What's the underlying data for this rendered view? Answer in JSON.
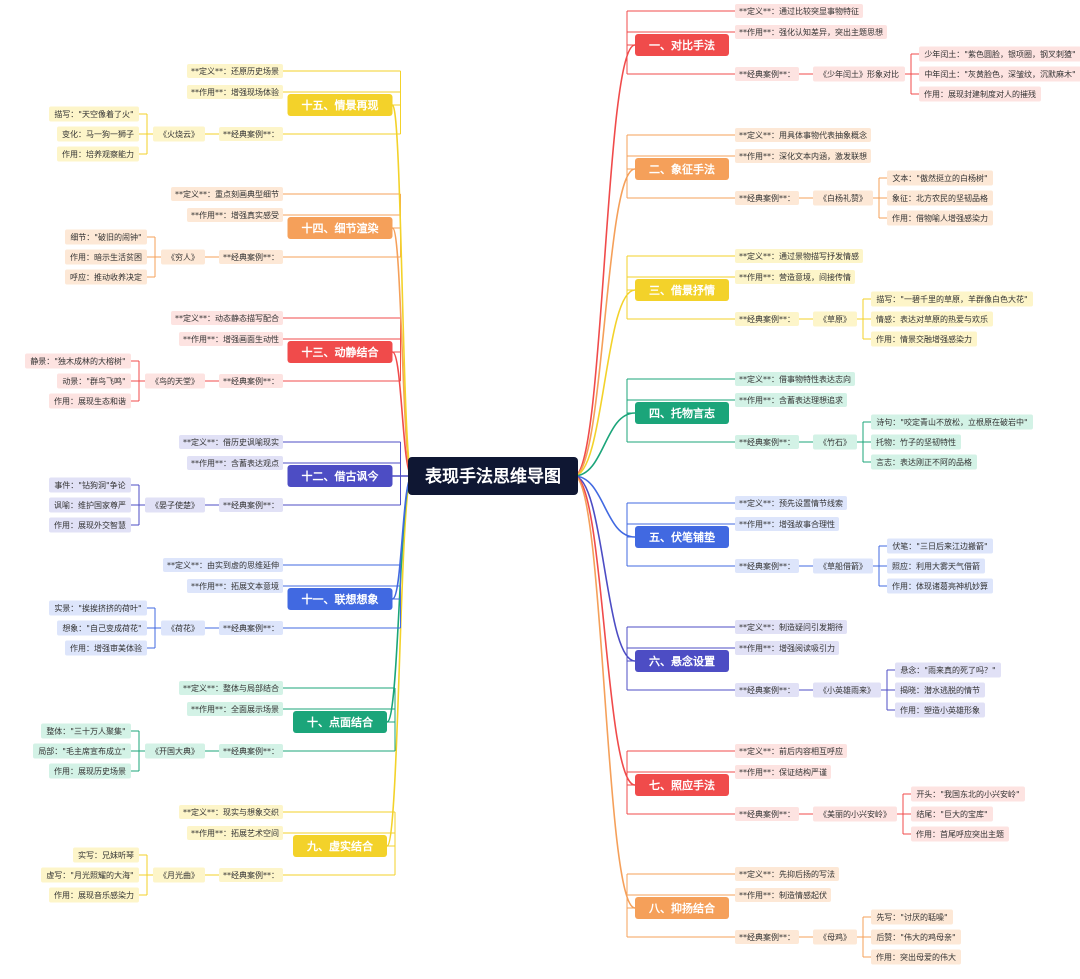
{
  "root": {
    "title": "表现手法思维导图",
    "color": "#0f1733"
  },
  "branches": [
    {
      "side": "right",
      "title": "一、对比手法",
      "color": "#f04b4b",
      "light": "#fde3e1",
      "def": "**定义**：通过比较突显事物特征",
      "use": "**作用**：强化认知差异，突出主题思想",
      "case_label": "**经典案例**：",
      "case": "《少年闰土》形象对比",
      "details": [
        "少年闰土：\"紫色圆脸，银项圈，钢叉刺猹\"",
        "中年闰土：\"灰黄脸色，深皱纹，沉默麻木\"",
        "作用：展现封建制度对人的摧残"
      ]
    },
    {
      "side": "right",
      "title": "二、象征手法",
      "color": "#f5a05a",
      "light": "#fde8d6",
      "def": "**定义**：用具体事物代表抽象概念",
      "use": "**作用**：深化文本内涵，激发联想",
      "case_label": "**经典案例**：",
      "case": "《白杨礼赞》",
      "details": [
        "文本：\"傲然挺立的白杨树\"",
        "象征：北方农民的坚韧品格",
        "作用：借物喻人增强感染力"
      ]
    },
    {
      "side": "right",
      "title": "三、借景抒情",
      "color": "#f3d22a",
      "light": "#fdf5c9",
      "def": "**定义**：通过景物描写抒发情感",
      "use": "**作用**：营造意境，间接传情",
      "case_label": "**经典案例**：",
      "case": "《草原》",
      "details": [
        "描写：\"一碧千里的草原，羊群像白色大花\"",
        "情感：表达对草原的热爱与欢乐",
        "作用：情景交融增强感染力"
      ]
    },
    {
      "side": "right",
      "title": "四、托物言志",
      "color": "#1ba57a",
      "light": "#d3f2e6",
      "def": "**定义**：借事物特性表达志向",
      "use": "**作用**：含蓄表达理想追求",
      "case_label": "**经典案例**：",
      "case": "《竹石》",
      "details": [
        "诗句：\"咬定青山不放松，立根原在破岩中\"",
        "托物：竹子的坚韧特性",
        "言志：表达刚正不阿的品格"
      ]
    },
    {
      "side": "right",
      "title": "五、伏笔铺垫",
      "color": "#4169e1",
      "light": "#dde5fb",
      "def": "**定义**：预先设置情节线索",
      "use": "**作用**：增强故事合理性",
      "case_label": "**经典案例**：",
      "case": "《草船借箭》",
      "details": [
        "伏笔：\"三日后来江边搬箭\"",
        "照应：利用大雾天气借箭",
        "作用：体现诸葛亮神机妙算"
      ]
    },
    {
      "side": "right",
      "title": "六、悬念设置",
      "color": "#4d4dc4",
      "light": "#e1e1f6",
      "def": "**定义**：制造疑问引发期待",
      "use": "**作用**：增强阅读吸引力",
      "case_label": "**经典案例**：",
      "case": "《小英雄雨来》",
      "details": [
        "悬念：\"雨来真的死了吗？\"",
        "揭晓：潜水逃脱的情节",
        "作用：塑造小英雄形象"
      ]
    },
    {
      "side": "right",
      "title": "七、照应手法",
      "color": "#f04b4b",
      "light": "#fde3e1",
      "def": "**定义**：前后内容相互呼应",
      "use": "**作用**：保证结构严谨",
      "case_label": "**经典案例**：",
      "case": "《美丽的小兴安岭》",
      "details": [
        "开头：\"我国东北的小兴安岭\"",
        "结尾：\"巨大的宝库\"",
        "作用：首尾呼应突出主题"
      ]
    },
    {
      "side": "right",
      "title": "八、抑扬结合",
      "color": "#f5a05a",
      "light": "#fde8d6",
      "def": "**定义**：先抑后扬的写法",
      "use": "**作用**：制造情感起伏",
      "case_label": "**经典案例**：",
      "case": "《母鸡》",
      "details": [
        "先写：\"讨厌的聒噪\"",
        "后赞：\"伟大的鸡母亲\"",
        "作用：突出母爱的伟大"
      ]
    },
    {
      "side": "left",
      "title": "九、虚实结合",
      "color": "#f3d22a",
      "light": "#fdf5c9",
      "def": "**定义**：现实与想象交织",
      "use": "**作用**：拓展艺术空间",
      "case_label": "**经典案例**：",
      "case": "《月光曲》",
      "details": [
        "实写：兄妹听琴",
        "虚写：\"月光照耀的大海\"",
        "作用：展现音乐感染力"
      ]
    },
    {
      "side": "left",
      "title": "十、点面结合",
      "color": "#1ba57a",
      "light": "#d3f2e6",
      "def": "**定义**：整体与局部结合",
      "use": "**作用**：全面展示场景",
      "case_label": "**经典案例**：",
      "case": "《开国大典》",
      "details": [
        "整体：\"三十万人聚集\"",
        "局部：\"毛主席宣布成立\"",
        "作用：展现历史场景"
      ]
    },
    {
      "side": "left",
      "title": "十一、联想想象",
      "color": "#4169e1",
      "light": "#dde5fb",
      "def": "**定义**：由实到虚的思维延伸",
      "use": "**作用**：拓展文本意境",
      "case_label": "**经典案例**：",
      "case": "《荷花》",
      "details": [
        "实景：\"挨挨挤挤的荷叶\"",
        "想象：\"自己变成荷花\"",
        "作用：增强审美体验"
      ]
    },
    {
      "side": "left",
      "title": "十二、借古讽今",
      "color": "#4d4dc4",
      "light": "#e1e1f6",
      "def": "**定义**：借历史讽喻现实",
      "use": "**作用**：含蓄表达观点",
      "case_label": "**经典案例**：",
      "case": "《晏子使楚》",
      "details": [
        "事件：\"钻狗洞\"争论",
        "讽喻：维护国家尊严",
        "作用：展现外交智慧"
      ]
    },
    {
      "side": "left",
      "title": "十三、动静结合",
      "color": "#f04b4b",
      "light": "#fde3e1",
      "def": "**定义**：动态静态描写配合",
      "use": "**作用**：增强画面生动性",
      "case_label": "**经典案例**：",
      "case": "《鸟的天堂》",
      "details": [
        "静景：\"独木成林的大榕树\"",
        "动景：\"群鸟飞鸣\"",
        "作用：展现生态和谐"
      ]
    },
    {
      "side": "left",
      "title": "十四、细节渲染",
      "color": "#f5a05a",
      "light": "#fde8d6",
      "def": "**定义**：重点刻画典型细节",
      "use": "**作用**：增强真实感受",
      "case_label": "**经典案例**：",
      "case": "《穷人》",
      "details": [
        "细节：\"破旧的闹钟\"",
        "作用：暗示生活贫困",
        "呼应：推动收养决定"
      ]
    },
    {
      "side": "left",
      "title": "十五、情景再现",
      "color": "#f3d22a",
      "light": "#fdf5c9",
      "def": "**定义**：还原历史场景",
      "use": "**作用**：增强现场体验",
      "case_label": "**经典案例**：",
      "case": "《火烧云》",
      "details": [
        "描写：\"天空像着了火\"",
        "变化：马一狗一狮子",
        "作用：培养观察能力"
      ]
    }
  ]
}
